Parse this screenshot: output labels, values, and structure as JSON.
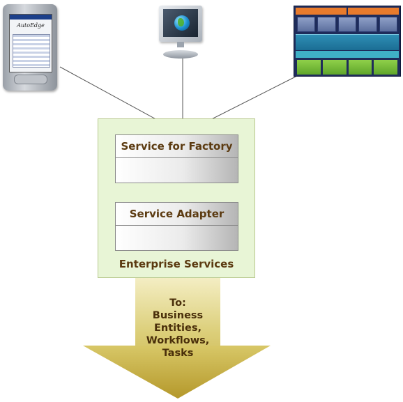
{
  "devices": {
    "pda": {
      "icon": "pda-device-icon",
      "brand": "AutoEdge"
    },
    "desktop": {
      "icon": "desktop-monitor-icon"
    },
    "esb": {
      "icon": "esb-architecture-icon"
    }
  },
  "services": [
    {
      "label": "Service for Factory"
    },
    {
      "label": "Service Adapter"
    }
  ],
  "panel": {
    "title": "Enterprise Services"
  },
  "arrow": {
    "lines": [
      "To:",
      "Business",
      "Entities,",
      "Workflows,",
      "Tasks"
    ]
  },
  "colors": {
    "panel_bg": "#e8f5d6",
    "label_text": "#5b3a10",
    "arrow_gold": "#c9b43a",
    "connector": "#555555"
  }
}
